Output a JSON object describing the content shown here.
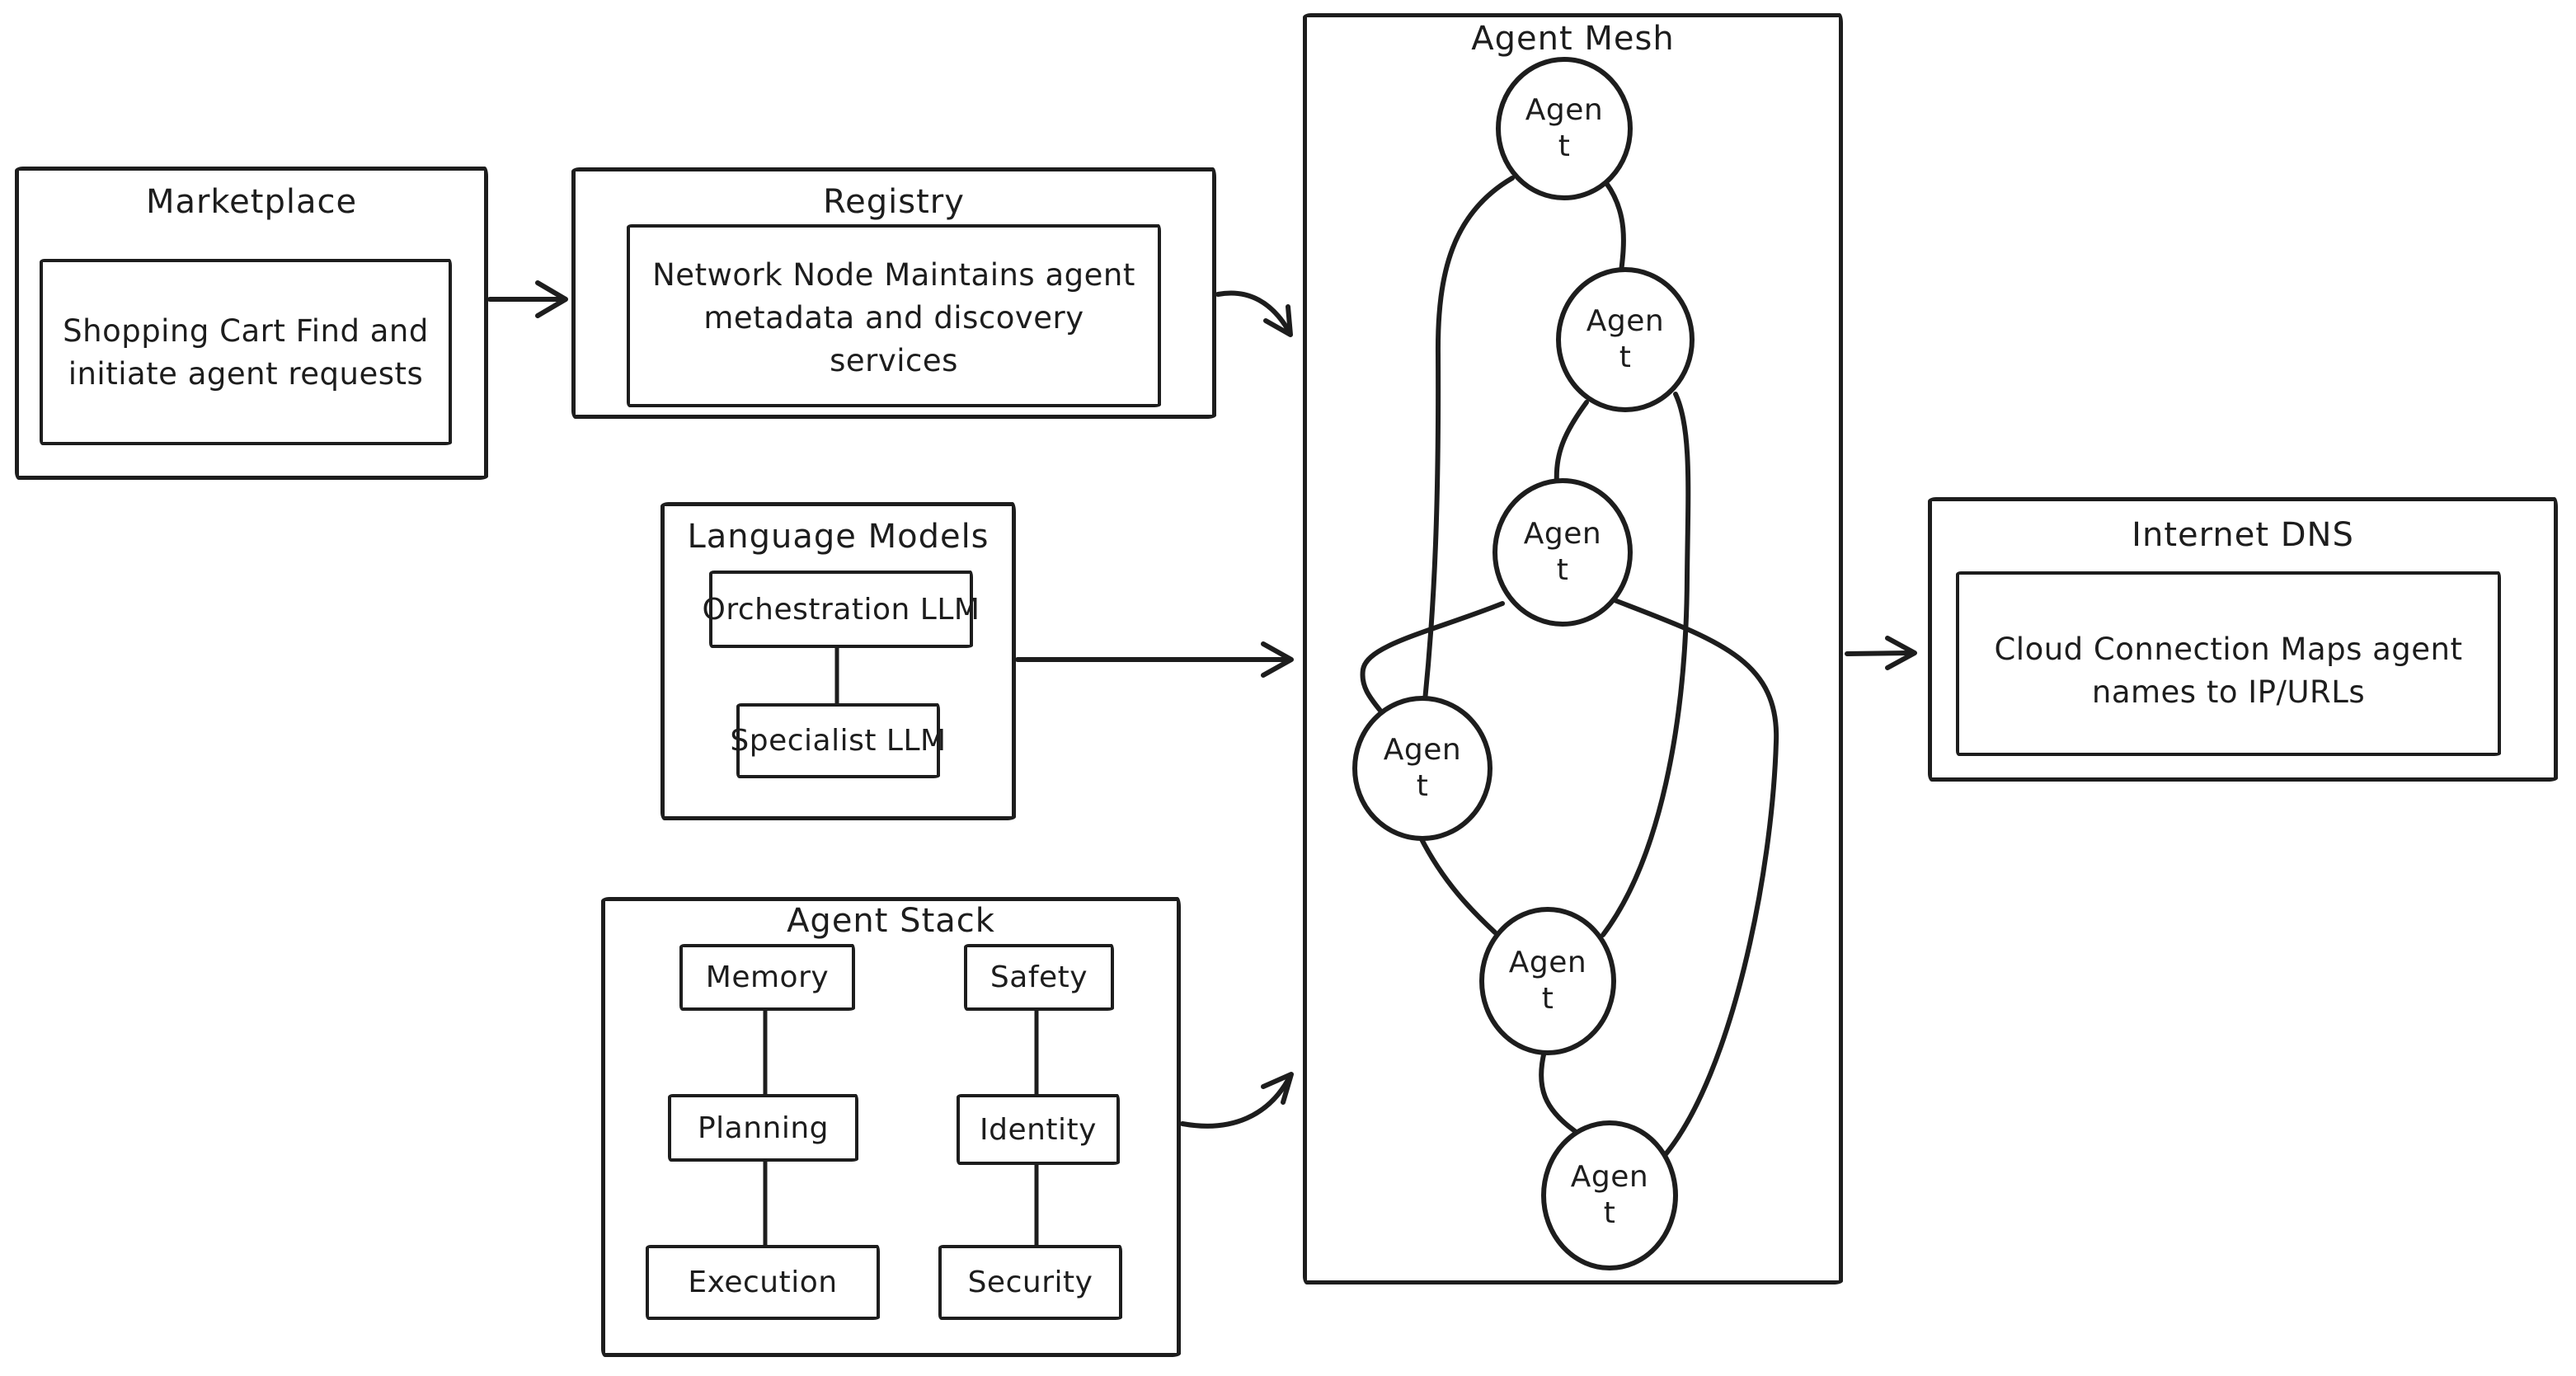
{
  "colors": {
    "ink": "#1d1d1d",
    "paper": "#ffffff"
  },
  "marketplace": {
    "title": "Marketplace",
    "body_lines": [
      "Shopping Cart Find and",
      "initiate agent requests"
    ]
  },
  "registry": {
    "title": "Registry",
    "body_lines": [
      "Network Node Maintains agent",
      "metadata and discovery",
      "services"
    ]
  },
  "language_models": {
    "title": "Language Models",
    "orchestration_label": "Orchestration LLM",
    "specialist_label": "Specialist LLM"
  },
  "agent_stack": {
    "title": "Agent Stack",
    "memory_label": "Memory",
    "planning_label": "Planning",
    "execution_label": "Execution",
    "safety_label": "Safety",
    "identity_label": "Identity",
    "security_label": "Security"
  },
  "agent_mesh": {
    "title": "Agent Mesh",
    "node_label_line1": "Agen",
    "node_label_line2": "t",
    "node_count": 6,
    "edges": [
      "agent1-agent2",
      "agent1-agent4",
      "agent2-agent3",
      "agent2-agent5",
      "agent3-agent4",
      "agent3-agent6",
      "agent4-agent5",
      "agent5-agent6"
    ]
  },
  "internet_dns": {
    "title": "Internet DNS",
    "body_lines": [
      "Cloud Connection Maps agent",
      "names to IP/URLs"
    ]
  },
  "flow_arrows": [
    "Marketplace to Registry",
    "Registry to Agent Mesh",
    "Language Models to Agent Mesh",
    "Agent Stack to Agent Mesh",
    "Agent Mesh to Internet DNS"
  ]
}
